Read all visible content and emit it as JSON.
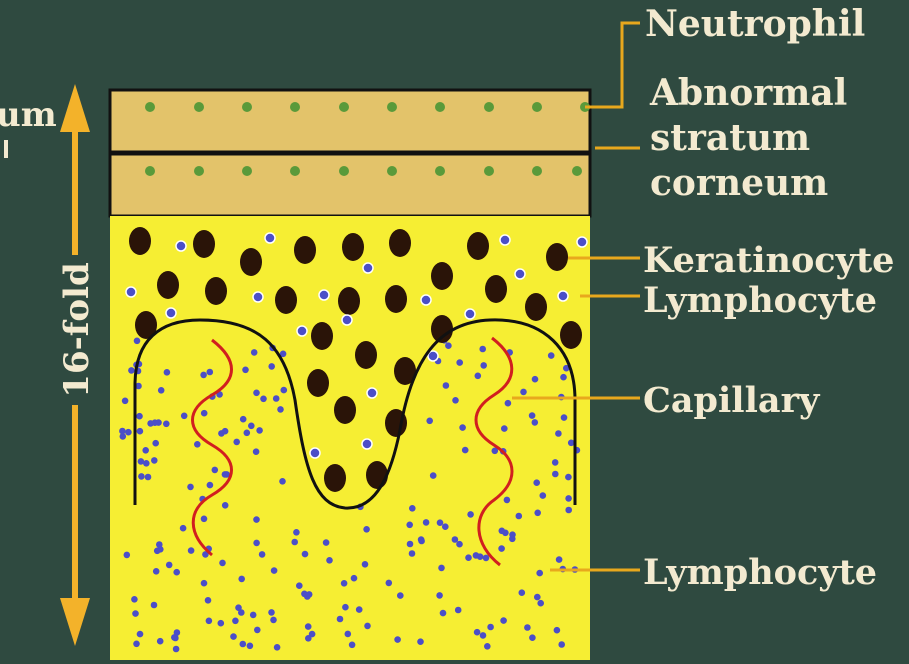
{
  "colors": {
    "background": "#2f4a40",
    "stratum_corneum": "#e3c36a",
    "epidermis": "#f6ee33",
    "keratinocyte": "#2a1408",
    "lymphocyte": "#4b4ec8",
    "neutrophil": "#5a9a3a",
    "capillary": "#d11f1f",
    "leader_line": "#e8a81d",
    "arrow": "#f3b22a",
    "label_text": "#f3ead0"
  },
  "labels": {
    "neutrophil": "Neutrophil",
    "abnormal_1": "Abnormal",
    "abnormal_2": "stratum",
    "abnormal_3": "corneum",
    "keratinocyte": "Keratinocyte",
    "lymphocyte_upper": "Lymphocyte",
    "capillary": "Capillary",
    "lymphocyte_lower": "Lymphocyte",
    "arrow_label": "16-fold",
    "cut_label": "um"
  }
}
